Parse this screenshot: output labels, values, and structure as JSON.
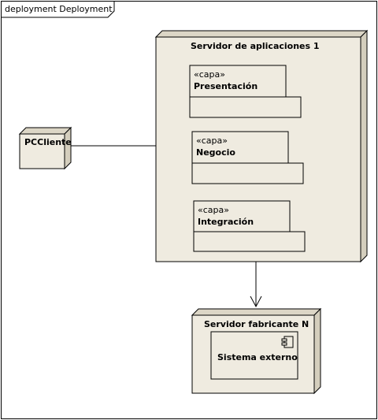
{
  "frame": {
    "title": "deployment Deployment"
  },
  "nodes": {
    "pc_cliente": {
      "label": "PCCliente"
    },
    "servidor_aplicaciones": {
      "label": "Servidor de aplicaciones 1"
    },
    "servidor_fabricante": {
      "label": "Servidor fabricante N"
    }
  },
  "packages": [
    {
      "stereotype": "«capa»",
      "name": "Presentación"
    },
    {
      "stereotype": "«capa»",
      "name": "Negocio"
    },
    {
      "stereotype": "«capa»",
      "name": "Integración"
    }
  ],
  "component": {
    "name": "Sistema externo",
    "icon": "component-icon"
  },
  "colors": {
    "node_fill": "#efebe0",
    "node_side": "#dcd6c6",
    "stroke": "#000000"
  }
}
